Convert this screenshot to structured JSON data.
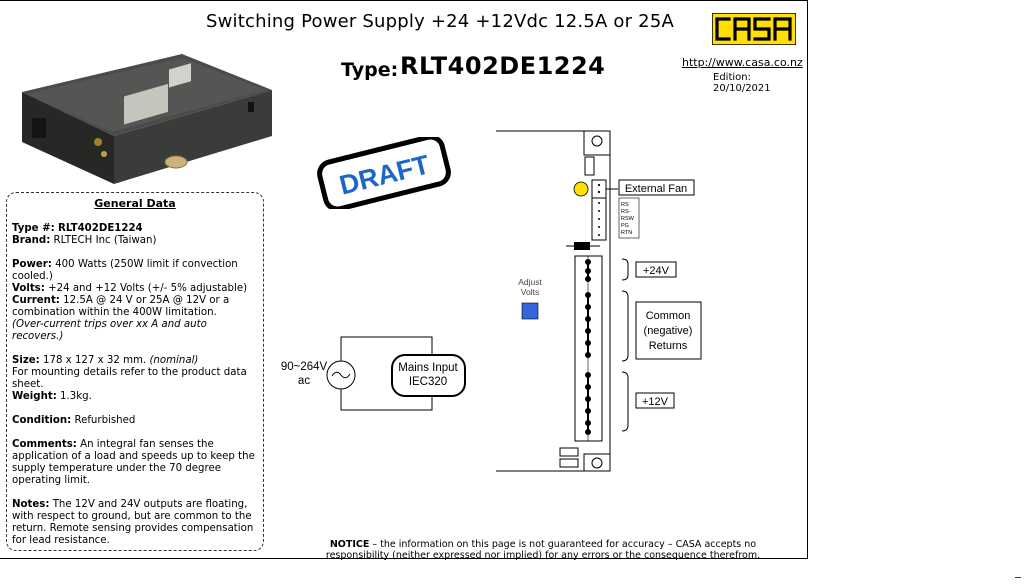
{
  "header": {
    "title": "Switching Power Supply  +24  +12Vdc 12.5A or 25A",
    "logo_text": "CASA",
    "url": "http://www.casa.co.nz",
    "edition": "Edition: 20/10/2021"
  },
  "type": {
    "label": "Type:",
    "value": "RLT402DE1224"
  },
  "draft_badge": "DRAFT",
  "general_data": {
    "heading": "General Data",
    "type_label": "Type #:",
    "type_value": "RLT402DE1224",
    "brand_label": "Brand:",
    "brand_value": "RLTECH Inc (Taiwan)",
    "power_label": "Power:",
    "power_value": "400 Watts (250W limit if convection cooled.)",
    "volts_label": "Volts:",
    "volts_value": "+24 and +12 Volts (+/- 5% adjustable)",
    "current_label": "Current:",
    "current_value": "12.5A @ 24 V or 25A @ 12V or a combination within the 400W limitation.",
    "current_note": "(Over-current trips over xx A and auto recovers.)",
    "size_label": "Size:",
    "size_value": "178 x 127 x 32 mm.",
    "size_note": "(nominal)",
    "mounting": "For mounting details refer to the product data sheet.",
    "weight_label": "Weight:",
    "weight_value": "1.3kg.",
    "condition_label": "Condition:",
    "condition_value": "Refurbished",
    "comments_label": "Comments:",
    "comments_value": "An integral fan senses the application of a load and speeds up to keep the supply temperature under the 70 degree operating limit.",
    "notes_label": "Notes:",
    "notes_value": "The 12V and 24V outputs are floating, with respect to ground, but are common to the return. Remote sensing provides compensation for lead resistance."
  },
  "diagram": {
    "ac_source": "90~264V",
    "ac_source_unit": "ac",
    "mains_input_line1": "Mains Input",
    "mains_input_line2": "IEC320",
    "adjust_line1": "Adjust",
    "adjust_line2": "Volts",
    "external_fan": "External Fan",
    "connector_pins": [
      "RS",
      "RS-",
      "RSW",
      "PG",
      "RTN"
    ],
    "out_24v": "+24V",
    "out_common_1": "Common",
    "out_common_2": "(negative)",
    "out_common_3": "Returns",
    "out_12v": "+12V",
    "colors": {
      "fan_led": "#ffe000",
      "adjust_pot": "#3366dd",
      "draft_blue": "#1a66cc",
      "logo_yellow": "#ffe000"
    }
  },
  "notice": {
    "label": "NOTICE",
    "text": " – the information on this page is not guaranteed for accuracy – CASA accepts no responsibility (neither expressed nor implied) for any errors or the consequence therefrom."
  }
}
